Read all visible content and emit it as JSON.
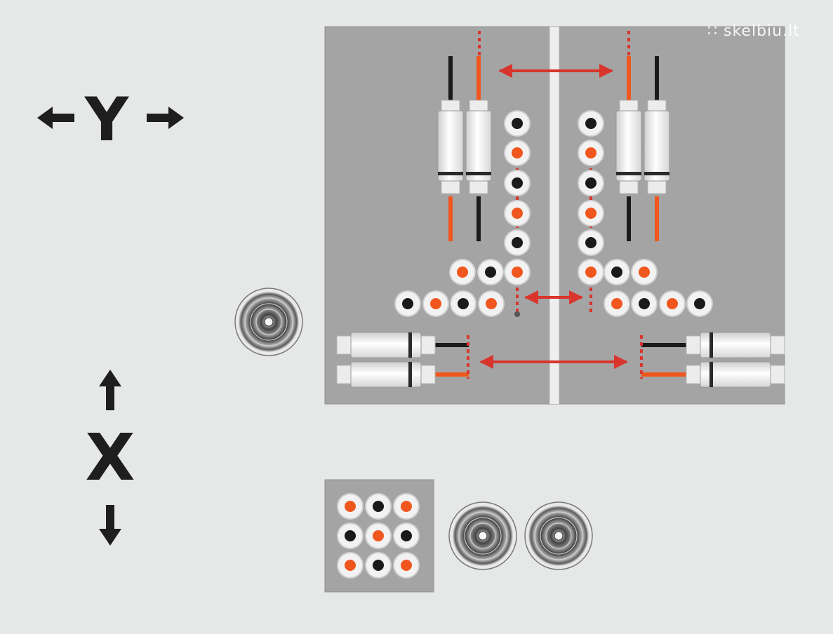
{
  "axes": {
    "y_label": "Y",
    "x_label": "X"
  },
  "watermark": {
    "text": "skelbiu.lt"
  },
  "colors": {
    "background": "#e6e8e8",
    "panel": "#a4a4a4",
    "divider": "#f0f0f0",
    "motion_arrow": "#d8352d",
    "dotted_line": "#d8352d",
    "orange_contact": "#f0571e",
    "black_contact": "#1a1a1a",
    "contact_ring": "#f2f2f2",
    "label": "#1e1e1e"
  },
  "connector_pattern": [
    "orange",
    "black",
    "orange",
    "black",
    "orange",
    "black",
    "orange",
    "black",
    "orange"
  ],
  "icons": {
    "direction_arrows": [
      "arrow-left-icon",
      "arrow-right-icon",
      "arrow-up-icon",
      "arrow-down-icon"
    ],
    "part": "cable-reel-icon"
  }
}
